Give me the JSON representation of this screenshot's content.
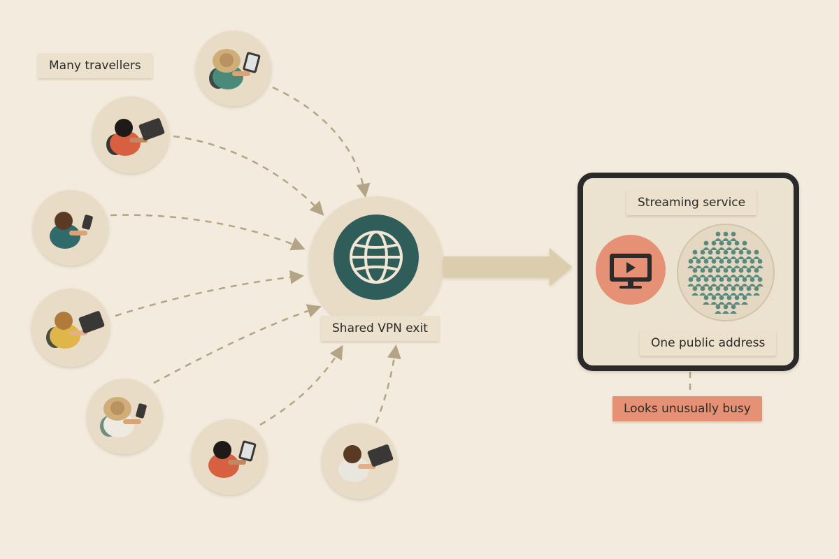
{
  "labels": {
    "travellers": "Many travellers",
    "vpn": "Shared VPN exit",
    "service": "Streaming service",
    "address": "One public address",
    "busy": "Looks unusually busy"
  },
  "travellers": [
    {
      "device": "tablet",
      "hair": "#3b2a1d",
      "shirt": "#4a8a7a",
      "skin": "#d9a37a",
      "hat": true,
      "bag": "#3c4a45"
    },
    {
      "device": "laptop",
      "hair": "#1e1a17",
      "shirt": "#d6603f",
      "skin": "#c48860",
      "hat": false,
      "bag": "#3a3533"
    },
    {
      "device": "phone",
      "hair": "#5a3a23",
      "shirt": "#2f6b6a",
      "skin": "#d9a37a",
      "hat": false,
      "bag": null
    },
    {
      "device": "laptop",
      "hair": "#b07a3a",
      "shirt": "#e0b54a",
      "skin": "#e3b08a",
      "hat": false,
      "bag": "#4a4e3e"
    },
    {
      "device": "phone",
      "hair": "#5a4430",
      "shirt": "#eeeae2",
      "skin": "#d9a37a",
      "hat": true,
      "bag": "#6f8e7e"
    },
    {
      "device": "tablet",
      "hair": "#1e1a17",
      "shirt": "#d6603f",
      "skin": "#c48860",
      "hat": false,
      "bag": null
    },
    {
      "device": "laptop",
      "hair": "#5a3a23",
      "shirt": "#e9e6df",
      "skin": "#e3b08a",
      "hat": false,
      "bag": null
    }
  ],
  "colors": {
    "background": "#f3ebdd",
    "disc": "#e8dcc6",
    "globe": "#2f5d5a",
    "accent": "#e69176",
    "frame": "#2c2b2a",
    "crowd": "#5a8a7e",
    "line": "#b4a486"
  },
  "icons": [
    "globe-icon",
    "tv-play-icon",
    "crowd-icon"
  ]
}
